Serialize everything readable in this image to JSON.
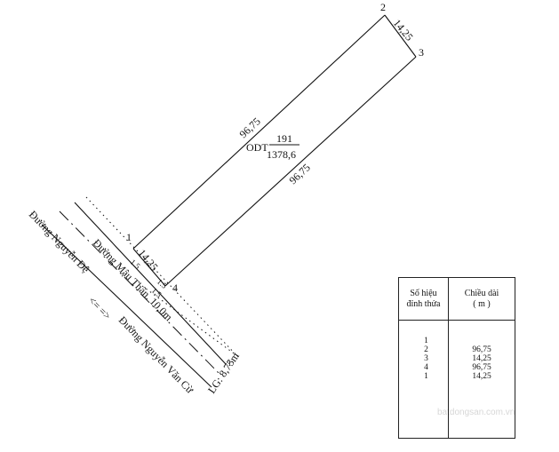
{
  "parcel": {
    "land_type": "ODT",
    "parcel_number": "191",
    "area": "1378,6",
    "edge_lengths": {
      "e12": "96,75",
      "e23": "14,25",
      "e34": "96,75",
      "e41": "14,25"
    },
    "vertices": [
      "1",
      "2",
      "3",
      "4"
    ],
    "frontage_marks": [
      "1.5",
      "1.5",
      "1.5"
    ]
  },
  "roads": {
    "main": "Đường Mậu Thân. 10,0m",
    "left": "Đường Nguyễn Đệ",
    "right": "Đường Nguyễn Văn Cừ",
    "arrows": "<= =>",
    "setback": "LG: 8,75m",
    "setback_mark": "1"
  },
  "table": {
    "header_left": [
      "Số hiệu",
      "đỉnh thửa"
    ],
    "header_right": [
      "Chiều dài",
      "( m )"
    ],
    "rows": [
      {
        "point": "1",
        "length": ""
      },
      {
        "point": "2",
        "length": "96,75"
      },
      {
        "point": "3",
        "length": "14,25"
      },
      {
        "point": "4",
        "length": "96,75"
      },
      {
        "point": "1",
        "length": "14,25"
      }
    ]
  },
  "watermark": "batdongsan.com.vn"
}
